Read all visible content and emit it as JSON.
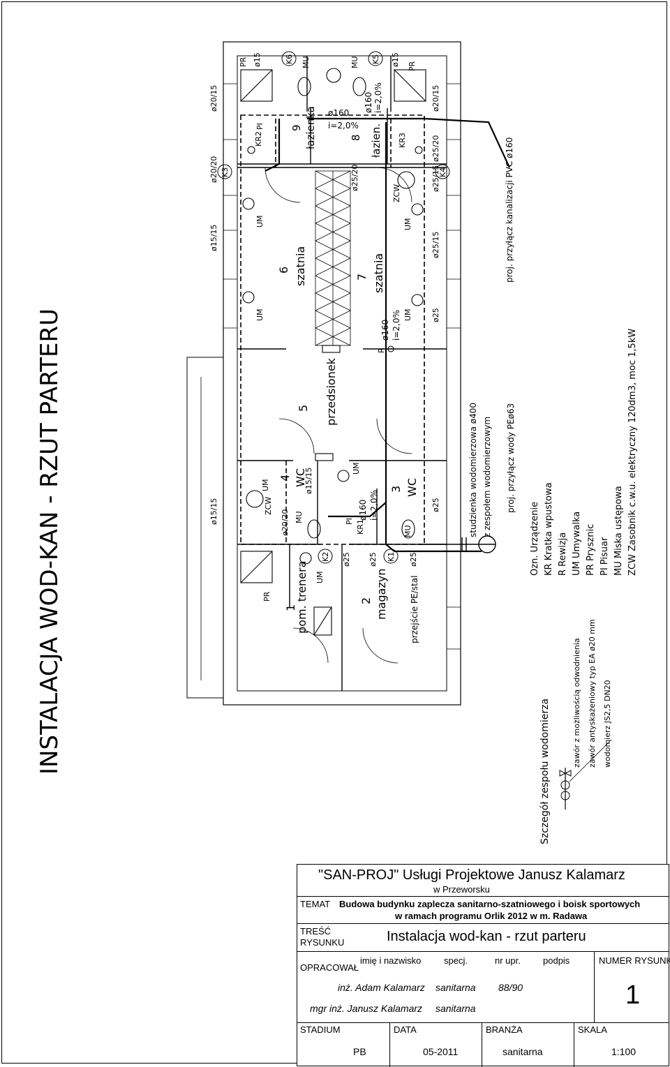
{
  "page_title": "INSTALACJA WOD-KAN  -  RZUT PARTERU",
  "rooms": [
    {
      "no": "1",
      "name": "pom. trenera"
    },
    {
      "no": "2",
      "name": "magazyn"
    },
    {
      "no": "3",
      "name": "WC"
    },
    {
      "no": "4",
      "name": "WC"
    },
    {
      "no": "5",
      "name": "przedsionek"
    },
    {
      "no": "6",
      "name": "szatnia"
    },
    {
      "no": "7",
      "name": "szatnia"
    },
    {
      "no": "8",
      "name": "łazien."
    },
    {
      "no": "9",
      "name": "łazienka"
    }
  ],
  "labels": {
    "pipe_sizes": [
      "ø20/15",
      "ø20/20",
      "ø15/15",
      "ø15/15",
      "ø20/15",
      "ø25/20",
      "ø25/15",
      "ø25/15",
      "ø25",
      "ø25",
      "ø25/20",
      "ø15/15",
      "ø20/20",
      "ø25",
      "ø25",
      "ø25",
      "ø15",
      "ø15"
    ],
    "drain": [
      "ø160",
      "i=2,0%",
      "ø160",
      "i=2,0%",
      "ø160",
      "i=2,0%",
      "ø160",
      "i=2,0%"
    ],
    "nodes": [
      "K1",
      "K2",
      "K3",
      "K4",
      "K5",
      "K6"
    ],
    "fixtures": [
      "PR",
      "PR",
      "PR",
      "UM",
      "UM",
      "UM",
      "UM",
      "UM",
      "UM",
      "UM",
      "MU",
      "MU",
      "MU",
      "MU",
      "PI",
      "PI",
      "ZCW",
      "ZCW",
      "KR1",
      "KR2",
      "KR3",
      "R"
    ],
    "passage": "przejście PE/stal"
  },
  "notes": {
    "sewer": "proj. przyłącz kanalizacji PVC ø160",
    "water": "proj. przyłącz wody PEø63",
    "well_1": "studzienka wodomierzowa ø400",
    "well_2": "z zespołem wodomierzowym"
  },
  "legend": {
    "header": "Ozn. Urządzenie",
    "items": [
      "KR Kratka wpustowa",
      "R  Rewizja",
      "UM Umywalka",
      "PR Prysznic",
      "PI  Pisuar",
      "MU Miska ustępowa",
      "ZCW Zasobnik c.w.u. elektryczny 120dm3, moc 1,5kW"
    ]
  },
  "meter_detail": {
    "title": "Szczegół zespołu wodomierza",
    "items": [
      "zawór z możliwością odwodnienia",
      "zawór antyskażeniowy typ EA ø20 mm",
      "wodomierz JS2,5 DN20"
    ]
  },
  "title_block": {
    "company": "\"SAN-PROJ\" Usługi Projektowe Janusz Kalamarz",
    "company_city": "w Przeworsku",
    "temat_label": "TEMAT",
    "temat_1": "Budowa budynku zaplecza sanitarno-szatniowego i boisk sportowych",
    "temat_2": "w ramach programu Orlik 2012 w m. Radawa",
    "tresc_label_1": "TREŚĆ",
    "tresc_label_2": "RYSUNKU",
    "tresc": "Instalacja wod-kan  -  rzut parteru",
    "opracowal": "OPRACOWAŁ",
    "col_name": "imię i nazwisko",
    "col_spec": "specj.",
    "col_nr": "nr upr.",
    "col_sign": "podpis",
    "numer_label": "NUMER RYSUNKU",
    "person1_name": "inż. Adam Kalamarz",
    "person1_spec": "sanitarna",
    "person1_nr": "88/90",
    "person2_name": "mgr inż. Janusz Kalamarz",
    "person2_spec": "sanitarna",
    "drawing_no": "1",
    "stadium_label": "STADIUM",
    "stadium": "PB",
    "data_label": "DATA",
    "data": "05-2011",
    "branza_label": "BRANŻA",
    "branza": "sanitarna",
    "skala_label": "SKALA",
    "skala": "1:100"
  }
}
